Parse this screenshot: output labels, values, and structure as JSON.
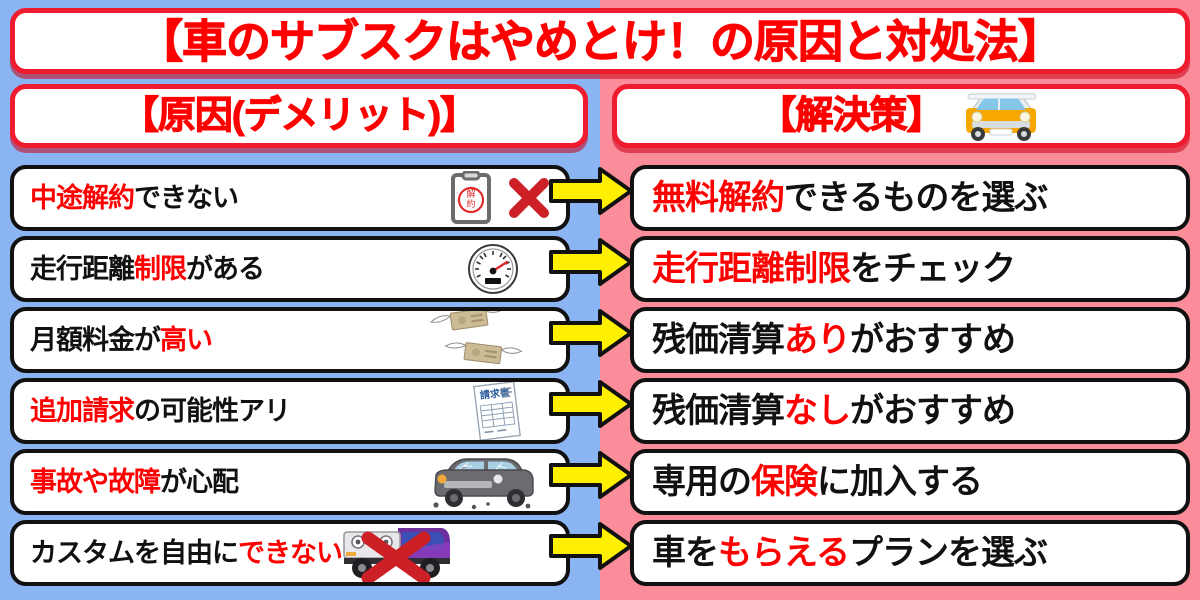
{
  "title": "【車のサブスクはやめとけ！の原因と対処法】",
  "colors": {
    "left_background": "#8ab4f2",
    "right_background": "#fa8d99",
    "accent_red": "#ff0000",
    "banner_border": "#ef1b2e",
    "arrow_yellow": "#ffef00",
    "box_border": "#111111",
    "box_background": "#ffffff"
  },
  "headers": {
    "left": "【原因(デメリット)】",
    "right": "【解決策】",
    "right_icon": "yellow-car-icon"
  },
  "arrow_icon": "right-arrow-icon",
  "rows": [
    {
      "cause": {
        "highlight": "中途解約",
        "rest": "できない",
        "icons": [
          "cancellation-clipboard-icon",
          "red-cross-icon"
        ]
      },
      "solution": {
        "highlight": "無料解約",
        "rest": "できるものを選ぶ"
      }
    },
    {
      "cause": {
        "prefix": "走行距離",
        "highlight": "制限",
        "rest": "がある",
        "icons": [
          "speedometer-icon"
        ]
      },
      "solution": {
        "highlight": "走行距離制限",
        "rest": "をチェック"
      }
    },
    {
      "cause": {
        "prefix": "月額料金が",
        "highlight": "高い",
        "rest": "",
        "icons": [
          "flying-money-icon"
        ]
      },
      "solution": {
        "prefix": "残価清算",
        "highlight": "あり",
        "rest": "がおすすめ"
      }
    },
    {
      "cause": {
        "highlight": "追加請求",
        "rest": "の可能性アリ",
        "icons": [
          "invoice-icon"
        ]
      },
      "solution": {
        "prefix": "残価清算",
        "highlight": "なし",
        "rest": "がおすすめ"
      }
    },
    {
      "cause": {
        "highlight": "事故や故障",
        "rest": "が心配",
        "icons": [
          "damaged-car-icon"
        ]
      },
      "solution": {
        "prefix": "専用の",
        "highlight": "保険",
        "rest": "に加入する"
      }
    },
    {
      "cause": {
        "prefix": "カスタムを自由に",
        "highlight": "できない",
        "rest": "",
        "icons": [
          "custom-van-crossed-icon"
        ]
      },
      "solution": {
        "prefix": "車を",
        "highlight": "もらえる",
        "rest": "プランを選ぶ"
      }
    }
  ]
}
